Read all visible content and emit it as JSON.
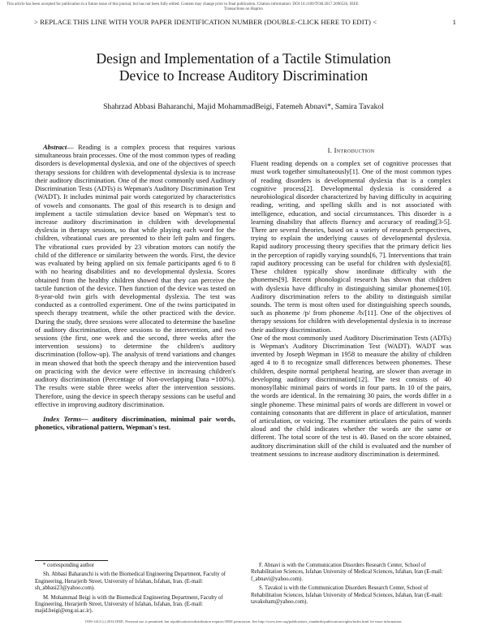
{
  "top_notice": {
    "line1": "This article has been accepted for publication in a future issue of this journal, but has not been fully edited. Content may change prior to final publication. Citation information: DOI 10.1109/TOH.2017.2696526, IEEE",
    "line2": "Transactions on Haptics"
  },
  "header": {
    "text": "> REPLACE THIS LINE WITH YOUR PAPER IDENTIFICATION NUMBER (DOUBLE-CLICK HERE TO EDIT) <",
    "page_number": "1"
  },
  "title": {
    "line1": "Design and Implementation of a Tactile Stimulation",
    "line2": "Device to Increase Auditory Discrimination"
  },
  "authors": "Shahrzad Abbasi Baharanchi, Majid MohammadBeigi, Fatemeh Abnavi*, Samira Tavakol",
  "abstract": {
    "lead": "Abstract",
    "text": "— Reading is a complex process that requires various simultaneous brain processes. One of the most common types of reading disorders is developmental dyslexia, and one of the objectives of speech therapy sessions for children with developmental dyslexia is to increase their auditory discrimination. One of the most commonly used Auditory Discrimination Tests (ADTs) is Wepman's Auditory Discrimination Test (WADT). It includes minimal pair words categorized by characteristics of vowels and consonants. The goal of this research is to design and implement a tactile stimulation device based on Wepman's test to increase auditory discrimination in children with developmental dyslexia in therapy sessions, so that while playing each word for the children, vibrational cues are presented to their left palm and fingers. The vibrational cues provided by 23 vibration motors can notify the child of the difference or similarity between the words. First, the device was evaluated by being applied on six female participants aged 6 to 8 with no hearing disabilities and no developmental dyslexia. Scores obtained from the healthy children showed that they can perceive the tactile function of the device. Then function of the device was tested on 8-year-old twin girls with developmental dyslexia. The test was conducted as a controlled experiment. One of the twins participated in speech therapy treatment, while the other practiced with the device. During the study, three sessions were allocated to determine the baseline of auditory discrimination, three sessions to the intervention, and two sessions (the first, one week and the second, three weeks after the intervention sessions) to determine the children's auditory discrimination (follow-up). The analysis of trend variations and changes in mean showed that both the speech therapy and the intervention based on practicing with the device were effective in increasing children's auditory discrimination (Percentage of Non-overlapping Data =100%). The results were stable three weeks after the intervention sessions. Therefore, using the device in speech therapy sessions can be useful and effective in improving auditory discrimination."
  },
  "index_terms": {
    "lead": "Index Terms",
    "text": "— auditory discrimination, minimal pair words, phonetics, vibrational pattern, Wepman's test."
  },
  "section1": {
    "number": "I.",
    "title": "Introduction",
    "para1": "Fluent reading depends on a complex set of cognitive processes that must work together simultaneously[1]. One of the most common types of reading disorders is developmental dyslexia that is a complex cognitive process[2]. Developmental dyslexia is considered a neurobiological disorder characterized by having difficulty in acquiring reading, writing, and spelling skills and is not associated with intelligence, education, and social circumstances. This disorder is a learning disability that affects fluency and accuracy of reading[3-5]. There are several theories, based on a variety of research perspectives, trying to explain the underlying causes of developmental dyslexia. Rapid auditory processing theory specifies that the primary deficit lies in the perception of rapidly varying sounds[6, 7]. Interventions that train rapid auditory processing can be useful for children with dyslexia[8]. These children typically show inordinate difficulty with the phonemes[9]. Recent phonological research has shown that children with dyslexia have difficulty in distinguishing similar phonemes[10]. Auditory discrimination refers to the ability to distinguish similar sounds. The term is most often used for distinguishing speech sounds, such as phoneme /p/ from phoneme /b/[11]. One of the objectives of therapy sessions for children with developmental dyslexia is to increase their auditory discrimination.",
    "para2": "One of the most commonly used Auditory Discrimination Tests (ADTs) is Wepman's Auditory Discrimination Test (WADT). WADT was invented by Joseph Wepman in 1958 to measure the ability of children aged 4 to 8 to recognize small differences between phonemes. These children, despite normal peripheral hearing, are slower than average in developing auditory discrimination[12]. The test consists of 40 monosyllabic minimal pairs of words in four parts. In 10 of the pairs, the words are identical. In the remaining 30 pairs, the words differ in a single phoneme. These minimal pairs of words are different in vowel or containing consonants that are different in place of articulation, manner of articulation, or voicing. The examiner articulates the pairs of words aloud and the child indicates whether the words are the same or different. The total score of the test is 40. Based on the score obtained, auditory discrimination skill of the child is evaluated and the number of treatment sessions to increase auditory discrimination is determined."
  },
  "footnotes_left": [
    "* corresponding author",
    "Sh. Abbasi Baharanchi is with the Biomedical Engineering Department, Faculty of Engineering, Herarjerib Street, University of Isfahan, Isfahan, Iran. (E-mail: sh_abbasi23@yahoo.com).",
    "M. Mohammad Beigi is with the Biomedical Engineering Department, Faculty of Engineering, Herarjerib Street, University of Isfahan, Isfahan, Iran. (E-mail: majid.beigi@eng.ui.ac.ir)."
  ],
  "footnotes_right": [
    "F. Abnavi is with the Communication Disorders Research Center, School of Rehabilitation Sciences, Isfahan University of Medical Sciences, Isfahan, Iran (E-mail: f_abnavi@yahoo.com).",
    "S. Tavakol is with the Communication Disorders Research Center, School of Rehabilitation Sciences, Isfahan University of Medical Sciences, Isfahan, Iran (E-mail: tavakoham@yahoo.com)."
  ],
  "bottom_notice": "1939-1412 (c) 2016 IEEE. Personal use is permitted, but republication/redistribution requires IEEE permission. See http://www.ieee.org/publications_standards/publications/rights/index.html for more information."
}
